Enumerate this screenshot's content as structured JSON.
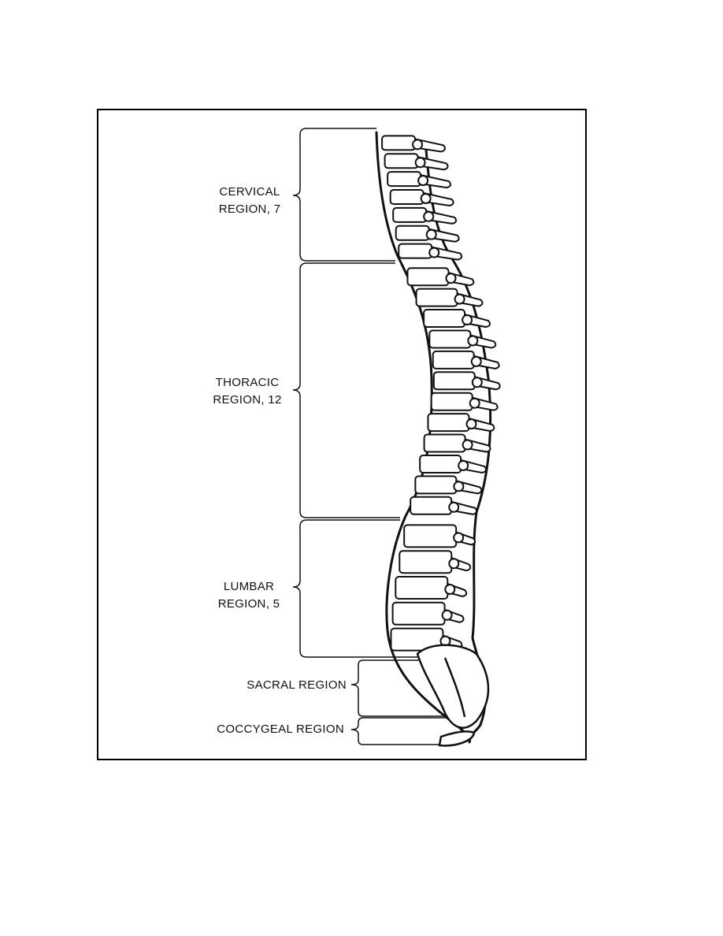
{
  "diagram": {
    "title": "",
    "regions": [
      {
        "id": "cervical",
        "line1": "CERVICAL",
        "line2": "REGION, 7"
      },
      {
        "id": "thoracic",
        "line1": "THORACIC",
        "line2": "REGION, 12"
      },
      {
        "id": "lumbar",
        "line1": "LUMBAR",
        "line2": "REGION, 5"
      },
      {
        "id": "sacral",
        "line1": "SACRAL REGION",
        "line2": ""
      },
      {
        "id": "coccygeal",
        "line1": "COCCYGEAL REGION",
        "line2": ""
      }
    ],
    "vertebra_counts": {
      "cervical": 7,
      "thoracic": 12,
      "lumbar": 5
    },
    "colors": {
      "ink": "#111111",
      "paper": "#ffffff"
    }
  }
}
